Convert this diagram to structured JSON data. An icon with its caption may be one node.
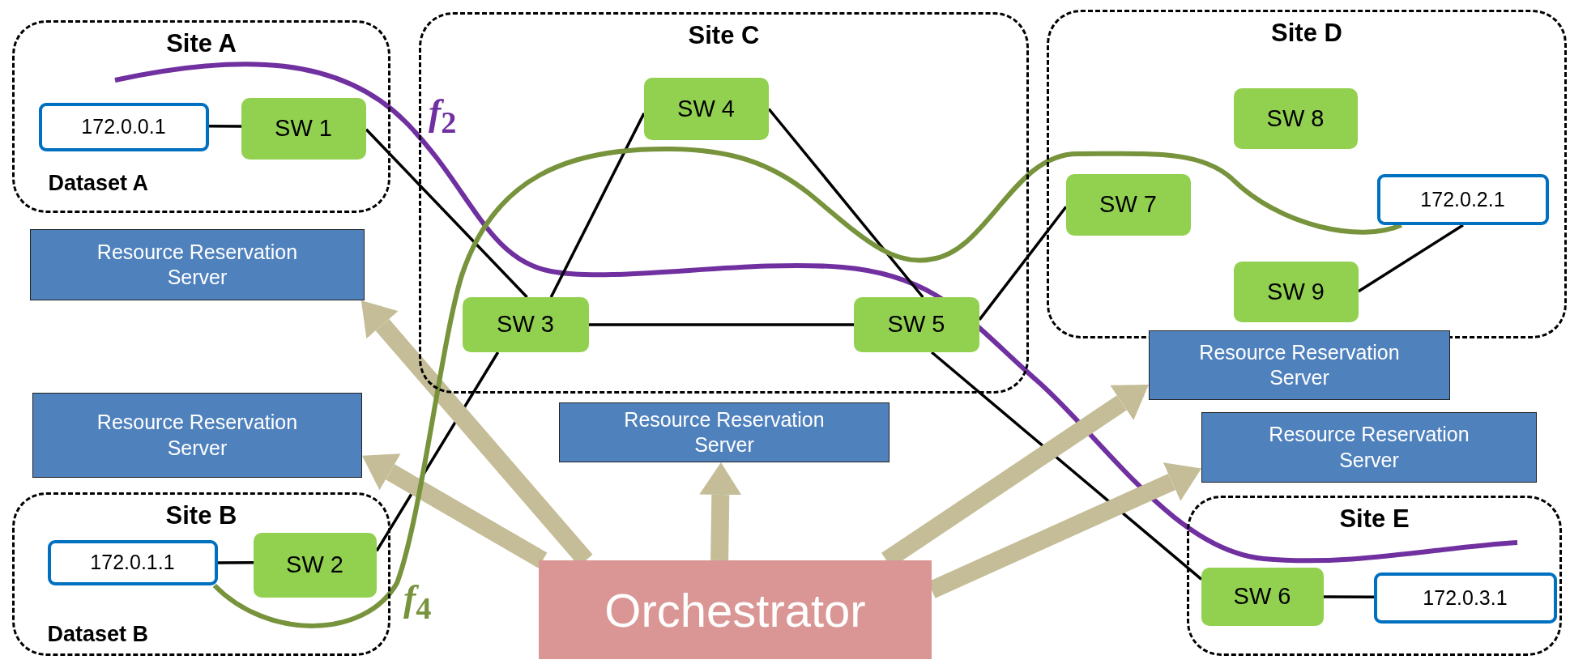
{
  "diagram": {
    "nodes": [
      {
        "text": [
          "Site A"
        ]
      },
      {
        "text": [
          "172.0.0.1"
        ],
        "in": 0,
        "beside": [
          "Dataset A"
        ]
      },
      {
        "text": [
          "SW 1"
        ],
        "in": 0
      },
      {
        "text": [
          "Resource Reservation Server"
        ]
      },
      {
        "text": [
          "Site C"
        ]
      },
      {
        "text": [
          "SW 4"
        ],
        "in": 4
      },
      {
        "text": [
          "SW 3"
        ],
        "in": 4
      },
      {
        "text": [
          "SW 5"
        ],
        "in": 4
      },
      {
        "text": [
          "Site D"
        ]
      },
      {
        "text": [
          "SW 8"
        ],
        "in": 8
      },
      {
        "text": [
          "SW 7"
        ],
        "in": 8
      },
      {
        "text": [
          "172.0.2.1"
        ],
        "in": 8
      },
      {
        "text": [
          "SW 9"
        ],
        "in": 8
      },
      {
        "text": [
          "Resource Reservation Server"
        ]
      },
      {
        "text": [
          "Resource Reservation Server"
        ]
      },
      {
        "text": [
          "Resource Reservation Server"
        ]
      },
      {
        "text": [
          "Resource Reservation Server"
        ]
      },
      {
        "text": [
          "Site B"
        ]
      },
      {
        "text": [
          "172.0.1.1"
        ],
        "in": 17,
        "beside": [
          "Dataset B"
        ]
      },
      {
        "text": [
          "SW 2"
        ],
        "in": 17
      },
      {
        "text": [
          "Orchestrator"
        ]
      },
      {
        "text": [
          "Site E"
        ]
      },
      {
        "text": [
          "SW 6"
        ],
        "in": 21
      },
      {
        "text": [
          "172.0.3.1"
        ],
        "in": 21
      }
    ],
    "edges": [
      {
        "from": 1,
        "to": 2,
        "arrow": "none"
      },
      {
        "from": 2,
        "to": 6,
        "arrow": "none"
      },
      {
        "from": 6,
        "to": 5,
        "arrow": "none"
      },
      {
        "from": 5,
        "to": 7,
        "arrow": "none"
      },
      {
        "from": 6,
        "to": 7,
        "arrow": "none"
      },
      {
        "from": 7,
        "to": 10,
        "arrow": "none"
      },
      {
        "from": 7,
        "to": 22,
        "arrow": "none"
      },
      {
        "from": 12,
        "to": 11,
        "arrow": "none"
      },
      {
        "from": 18,
        "to": 19,
        "arrow": "none"
      },
      {
        "from": 19,
        "to": 6,
        "arrow": "none"
      },
      {
        "from": 22,
        "to": 23,
        "arrow": "none"
      },
      {
        "from": 20,
        "to": 3,
        "arrow": "to",
        "style": "thick",
        "color": "#c4bd97"
      },
      {
        "from": 20,
        "to": 14,
        "arrow": "to",
        "style": "thick",
        "color": "#c4bd97"
      },
      {
        "from": 20,
        "to": 15,
        "arrow": "to",
        "style": "thick",
        "color": "#c4bd97"
      },
      {
        "from": 20,
        "to": 13,
        "arrow": "to",
        "style": "thick",
        "color": "#c4bd97"
      },
      {
        "from": 20,
        "to": 16,
        "arrow": "to",
        "style": "thick",
        "color": "#c4bd97"
      },
      {
        "from": 18,
        "to": 11,
        "arrow": "none",
        "color": "#77933c"
      }
    ],
    "labels": [
      "*f*$_{2}$",
      "*f*$_{4}$"
    ]
  }
}
